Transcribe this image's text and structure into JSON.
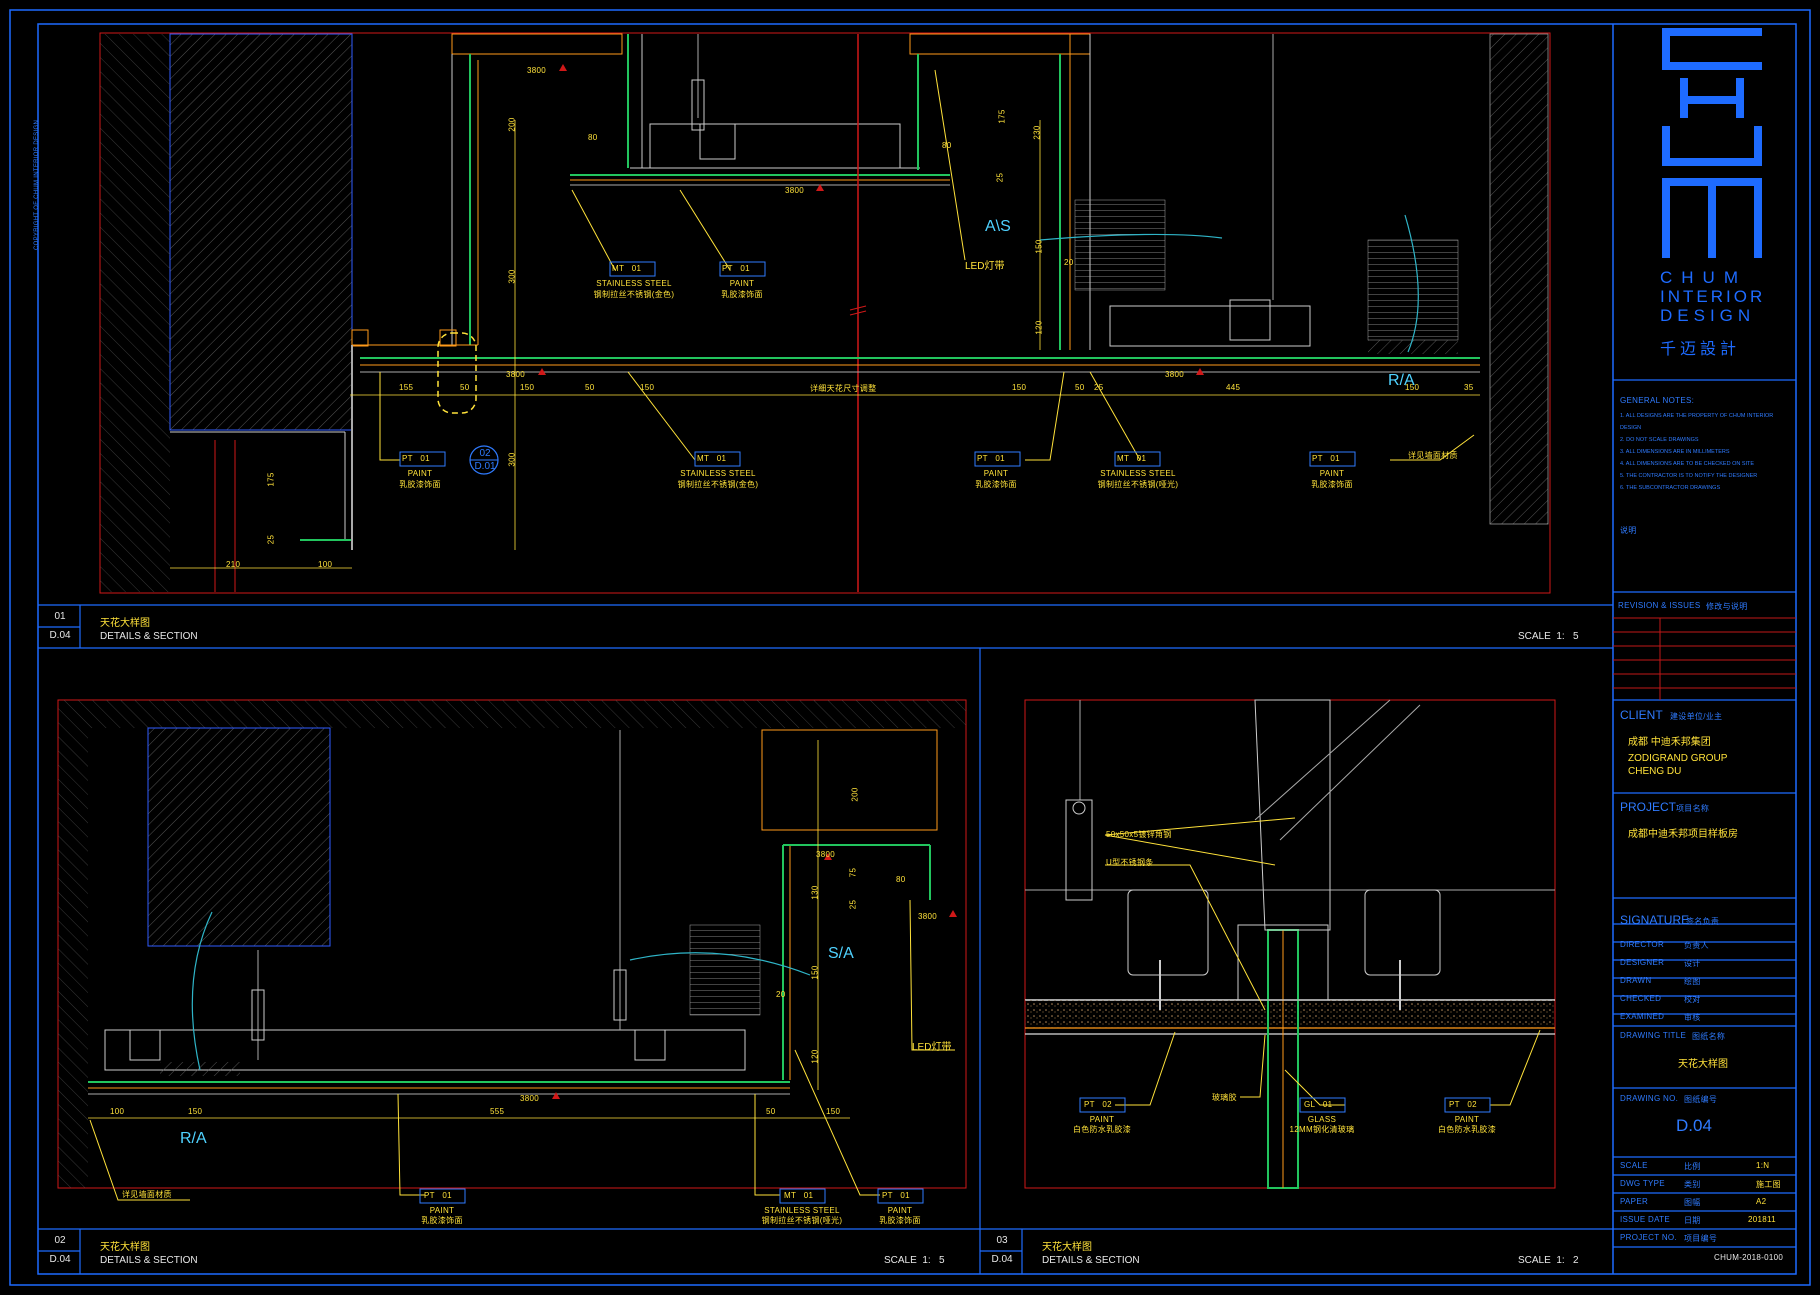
{
  "sheet": {
    "copyright_note": "COPYRIGHT OF CHUM INTERIOR DESIGN",
    "colors": {
      "frame": "#1e6bff",
      "red": "#e01818",
      "yellow": "#ffe23a",
      "green": "#22c55e",
      "cyan": "#2fb5c8",
      "white": "#e6e6e6",
      "orange": "#ff9a1a"
    }
  },
  "views": {
    "v01": {
      "num": "01",
      "sheet": "D.04",
      "title_cn": "天花大样图",
      "title_en": "DETAILS & SECTION",
      "scale": "SCALE  1:   5"
    },
    "v02": {
      "num": "02",
      "sheet": "D.04",
      "title_cn": "天花大样图",
      "title_en": "DETAILS & SECTION",
      "scale": "SCALE  1:   5"
    },
    "v03": {
      "num": "03",
      "sheet": "D.04",
      "title_cn": "天花大样图",
      "title_en": "DETAILS & SECTION",
      "scale": "SCALE  1:   2"
    }
  },
  "drawing01": {
    "dims_bottom": [
      "155",
      "50",
      "150",
      "50",
      "150",
      "详细天花尺寸调整",
      "150",
      "50",
      "25",
      "445",
      "150",
      "35"
    ],
    "dims_left": [
      "175",
      "25",
      "210",
      "100"
    ],
    "dims_vertical": [
      "200",
      "300",
      "300",
      "175",
      "230",
      "25",
      "150",
      "20",
      "120"
    ],
    "small_dims": [
      "80",
      "80",
      "25"
    ],
    "callout_ref": {
      "num": "02",
      "sheet": "D.01"
    },
    "labels": [
      {
        "code": "MT",
        "num": "01",
        "en": "STAINLESS STEEL",
        "cn": "钢制拉丝不锈钢(金色)"
      },
      {
        "code": "PT",
        "num": "01",
        "en": "PAINT",
        "cn": "乳胶漆饰面"
      },
      {
        "code": "PT",
        "num": "01",
        "en": "PAINT",
        "cn": "乳胶漆饰面"
      },
      {
        "code": "MT",
        "num": "01",
        "en": "STAINLESS STEEL",
        "cn": "钢制拉丝不锈钢(金色)"
      },
      {
        "code": "PT",
        "num": "01",
        "en": "PAINT",
        "cn": "乳胶漆饰面"
      },
      {
        "code": "MT",
        "num": "01",
        "en": "STAINLESS STEEL",
        "cn": "钢制拉丝不锈钢(哑光)"
      },
      {
        "code": "PT",
        "num": "01",
        "en": "PAINT",
        "cn": "乳胶漆饰面"
      }
    ],
    "led_label": "LED灯带",
    "sa_label": "A\\S",
    "ra_label": "R/A",
    "wall_note": "详见墙面材质",
    "level_tags": [
      "3800",
      "3800",
      "3800",
      "3800"
    ]
  },
  "drawing02": {
    "dims_bottom": [
      "100",
      "150",
      "555",
      "50",
      "150"
    ],
    "dims_vertical": [
      "200",
      "75",
      "25",
      "130",
      "150",
      "20",
      "120"
    ],
    "small_dims": [
      "80"
    ],
    "sa_label": "S/A",
    "ra_label": "R/A",
    "led_label": "LED灯带",
    "wall_note": "详见墙面材质",
    "labels": [
      {
        "code": "PT",
        "num": "01",
        "en": "PAINT",
        "cn": "乳胶漆饰面"
      },
      {
        "code": "MT",
        "num": "01",
        "en": "STAINLESS STEEL",
        "cn": "钢制拉丝不锈钢(哑光)"
      },
      {
        "code": "PT",
        "num": "01",
        "en": "PAINT",
        "cn": "乳胶漆饰面"
      }
    ],
    "level_tags": [
      "3800",
      "3800",
      "3800"
    ]
  },
  "drawing03": {
    "note1": "50x50x5镀锌角钢",
    "note2": "U型不锈钢条",
    "note3": "玻璃胶",
    "labels": [
      {
        "code": "PT",
        "num": "02",
        "en": "PAINT",
        "cn": "白色防水乳胶漆"
      },
      {
        "code": "GL",
        "num": "01",
        "en": "GLASS",
        "cn": "12MM钢化清玻璃"
      },
      {
        "code": "PT",
        "num": "02",
        "en": "PAINT",
        "cn": "白色防水乳胶漆"
      }
    ]
  },
  "titleblock": {
    "logo_letters": "CHUM",
    "logo_line1": "CHUM",
    "logo_line2": "INTERIOR",
    "logo_line3": "DESIGN",
    "logo_cn": "千迈設計",
    "general_notes_title": "GENERAL NOTES:",
    "notes": [
      "1. ALL DESIGNS ARE THE PROPERTY OF CHUM INTERIOR DESIGN",
      "2. DO NOT SCALE DRAWINGS",
      "3. ALL DIMENSIONS ARE IN MILLIMETERS",
      "4. ALL DIMENSIONS ARE TO BE CHECKED ON SITE",
      "5. THE CONTRACTOR IS TO NOTIFY THE DESIGNER",
      "6. THE SUBCONTRACTOR DRAWINGS"
    ],
    "notes_cn_title": "说明",
    "revision_label": "REVISION & ISSUES",
    "revision_cn": "修改与说明",
    "client_label": "CLIENT",
    "client_cn_hdr": "建设单位/业主",
    "client_cn": "成都 中迪禾邦集团",
    "client_en1": "ZODIGRAND GROUP",
    "client_en2": "CHENG DU",
    "project_label": "PROJECT",
    "project_cn_hdr": "项目名称",
    "project_name": "成都中迪禾邦项目样板房",
    "signature_label": "SIGNATURE",
    "signature_cn": "签名负责",
    "roles": [
      {
        "en": "DIRECTOR",
        "cn": "负责人"
      },
      {
        "en": "DESIGNER",
        "cn": "设计"
      },
      {
        "en": "DRAWN",
        "cn": "绘图"
      },
      {
        "en": "CHECKED",
        "cn": "校对"
      },
      {
        "en": "EXAMINED",
        "cn": "审核"
      }
    ],
    "drawing_title_label": "DRAWING TITLE",
    "drawing_title_cn_hdr": "图纸名称",
    "drawing_title": "天花大样图",
    "drawing_no_label": "DRAWING NO.",
    "drawing_no_cn": "图纸编号",
    "drawing_no": "D.04",
    "meta": [
      {
        "en": "SCALE",
        "cn": "比例",
        "val": "1:N"
      },
      {
        "en": "DWG TYPE",
        "cn": "类别",
        "val": "施工图"
      },
      {
        "en": "PAPER",
        "cn": "图幅",
        "val": "A2"
      },
      {
        "en": "ISSUE DATE",
        "cn": "日期",
        "val": "201811"
      },
      {
        "en": "PROJECT NO.",
        "cn": "项目编号",
        "val": "CHUM-2018-0100"
      }
    ]
  }
}
